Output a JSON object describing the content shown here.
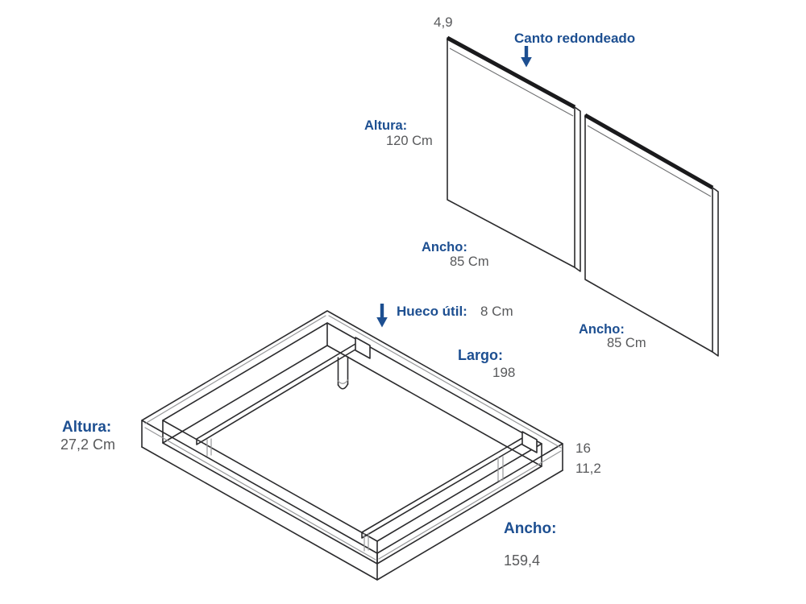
{
  "colors": {
    "accent": "#1d4f91",
    "value_text": "#58595b",
    "line": "#2b2b2d"
  },
  "headboard": {
    "thickness_value": "4,9",
    "edge_note": "Canto redondeado",
    "height": {
      "label": "Altura:",
      "value": "120 Cm"
    },
    "width_left": {
      "label": "Ancho:",
      "value": "85 Cm"
    },
    "width_right": {
      "label": "Ancho:",
      "value": "85 Cm"
    }
  },
  "base": {
    "slot": {
      "label": "Hueco útil:",
      "value": "8 Cm"
    },
    "length": {
      "label": "Largo:",
      "value": "198"
    },
    "height": {
      "label": "Altura:",
      "value": "27,2 Cm"
    },
    "side_values": {
      "upper": "16",
      "lower": "11,2"
    },
    "width": {
      "label": "Ancho:",
      "value": "159,4"
    }
  }
}
